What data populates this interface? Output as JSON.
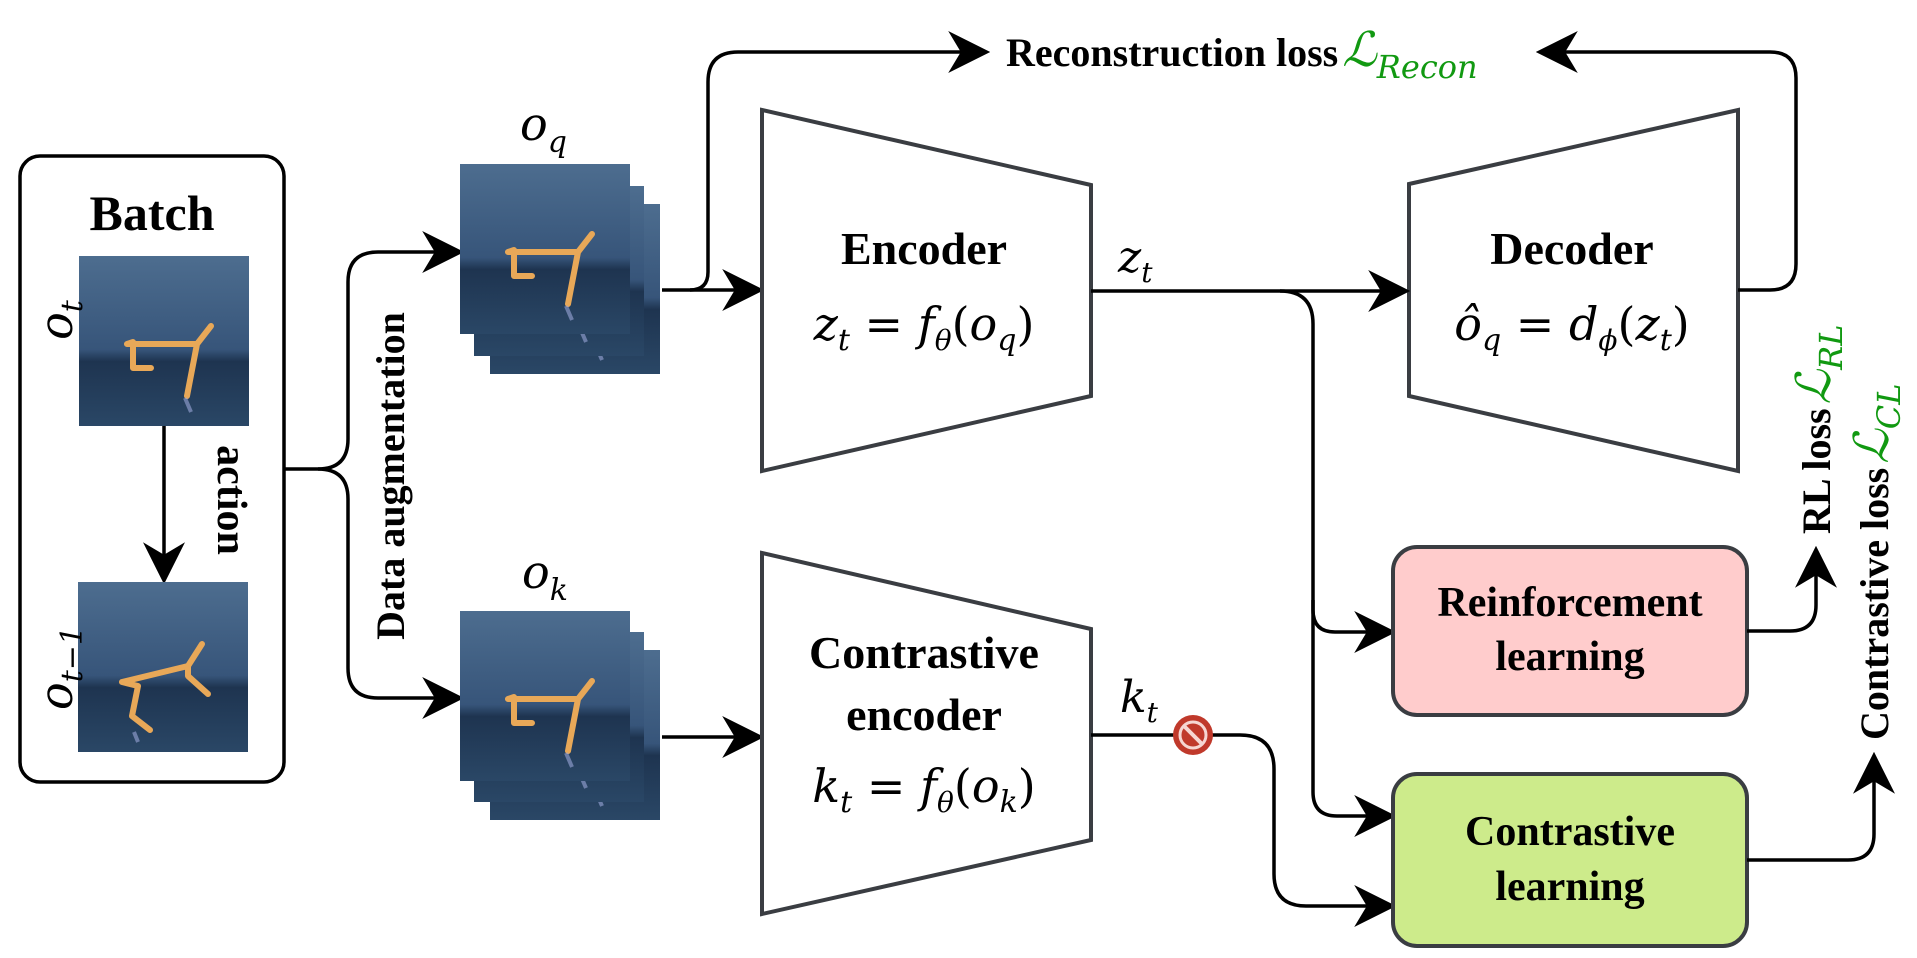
{
  "batch": {
    "title": "Batch",
    "obs_current": {
      "base": "o",
      "sub": "t"
    },
    "obs_prev": {
      "base": "o",
      "sub": "t−1"
    },
    "action_label": "action"
  },
  "augmentation_label": "Data augmentation",
  "query_obs": {
    "base": "o",
    "sub": "q"
  },
  "key_obs": {
    "base": "o",
    "sub": "k"
  },
  "encoder": {
    "title": "Encoder",
    "formula": {
      "lhs": "z",
      "lhs_sub": "t",
      "eq": " = ",
      "fn": "f",
      "fn_sub": "θ",
      "open": "(",
      "arg": "o",
      "arg_sub": "q",
      "close": ")"
    }
  },
  "contrastive_encoder": {
    "title_line1": "Contrastive",
    "title_line2": "encoder",
    "formula": {
      "lhs": "k",
      "lhs_sub": "t",
      "eq": " = ",
      "fn": "f",
      "fn_sub": "θ",
      "open": "(",
      "arg": "o",
      "arg_sub": "k",
      "close": ")"
    }
  },
  "decoder": {
    "title": "Decoder",
    "formula": {
      "lhs": "ô",
      "lhs_sub": "q",
      "eq": " = ",
      "fn": "d",
      "fn_sub": "ϕ",
      "open": "(",
      "arg": "z",
      "arg_sub": "t",
      "close": ")"
    }
  },
  "latent_z": {
    "base": "z",
    "sub": "t"
  },
  "latent_k": {
    "base": "k",
    "sub": "t"
  },
  "stop_gradient_icon": "no-entry-icon",
  "reinforcement_learning": {
    "line1": "Reinforcement",
    "line2": "learning",
    "fill": "#ffcccc"
  },
  "contrastive_learning": {
    "line1": "Contrastive",
    "line2": "learning",
    "fill": "#cdeb8b"
  },
  "losses": {
    "reconstruction": {
      "label": "Reconstruction loss",
      "symbol": "ℒ",
      "sub": "Recon"
    },
    "rl": {
      "label": "RL loss",
      "symbol": "ℒ",
      "sub": "RL"
    },
    "contrastive": {
      "label": "Contrastive loss",
      "symbol": "ℒ",
      "sub": "CL"
    }
  },
  "colors": {
    "loss_symbol": "#119911",
    "image_bg": "#3d5a78",
    "walker": "#e8a858",
    "stop_icon": "#c0392b",
    "shape_stroke": "#3a3d42"
  }
}
